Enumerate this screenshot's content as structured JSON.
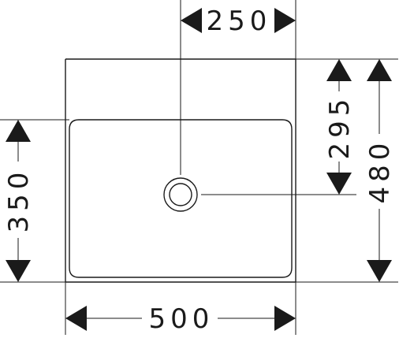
{
  "drawing": {
    "dimensions": {
      "drain_offset": "250",
      "drain_from_back": "295",
      "bowl_depth": "350",
      "total_depth": "480",
      "total_width": "500"
    }
  }
}
